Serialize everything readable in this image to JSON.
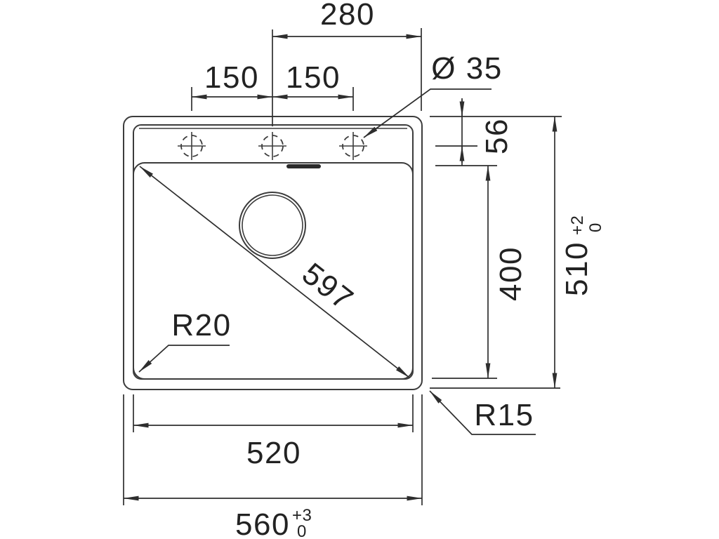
{
  "drawing": {
    "type": "sink-installation-dimension-drawing",
    "background": "#ffffff",
    "line_color": "#3c3c3c",
    "text_color": "#222222",
    "dimensions": {
      "center_to_right_edge": "280",
      "hole_pitch_left": "150",
      "hole_pitch_right": "150",
      "faucet_hole_diameter": "Ø 35",
      "top_edge_to_hole_axis": "56",
      "bowl_depth": "400",
      "overall_depth": "510",
      "overall_depth_tol_plus": "+2",
      "overall_depth_tol_minus": "0",
      "bowl_diagonal": "597",
      "bowl_corner_radius": "R20",
      "rim_corner_radius": "R15",
      "bowl_width": "520",
      "overall_width": "560",
      "overall_width_tol_plus": "+3",
      "overall_width_tol_minus": "0"
    }
  }
}
